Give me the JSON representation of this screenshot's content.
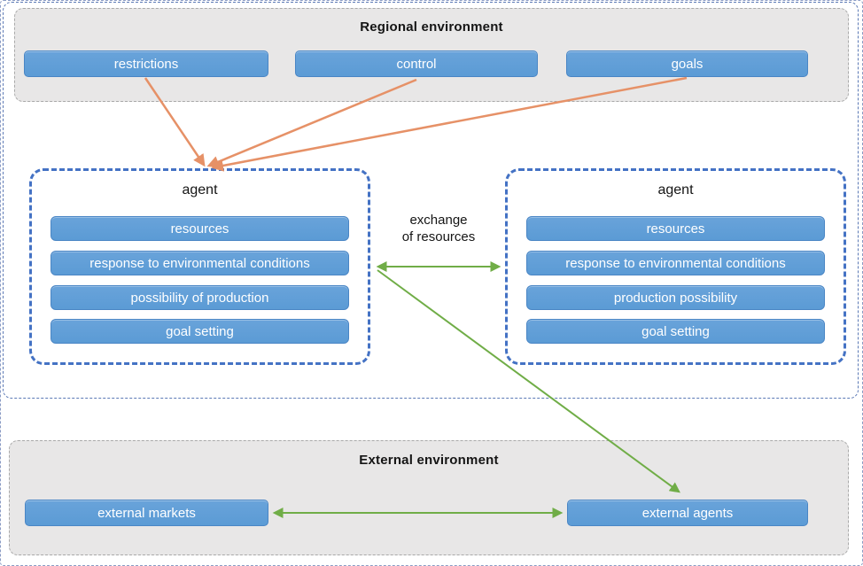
{
  "colors": {
    "node_fill": "#5b9bd5",
    "node_border": "#4a86c5",
    "node_text": "#ffffff",
    "agent_dashed_border": "#4472c4",
    "env_fill": "#e8e7e7",
    "env_dashed_border": "#a9a9a9",
    "outer_dashed_border": "#5b79b5",
    "orange_arrow": "#e69167",
    "green_arrow": "#70ad47",
    "title_text": "#151515"
  },
  "regional_environment": {
    "title": "Regional environment",
    "nodes": [
      {
        "label": "restrictions"
      },
      {
        "label": "control"
      },
      {
        "label": "goals"
      }
    ]
  },
  "agents": [
    {
      "title": "agent",
      "bars": [
        "resources",
        "response to environmental conditions",
        "possibility of production",
        "goal setting"
      ]
    },
    {
      "title": "agent",
      "bars": [
        "resources",
        "response to environmental conditions",
        "production possibility",
        "goal setting"
      ]
    }
  ],
  "exchange_label": {
    "line1": "exchange",
    "line2": "of resources"
  },
  "external_environment": {
    "title": "External environment",
    "nodes": [
      {
        "label": "external markets"
      },
      {
        "label": "external agents"
      }
    ]
  },
  "arrows": [
    {
      "from": "restrictions",
      "to": "agent-left",
      "color": "orange",
      "heads": "end"
    },
    {
      "from": "control",
      "to": "agent-left",
      "color": "orange",
      "heads": "end"
    },
    {
      "from": "goals",
      "to": "agent-left",
      "color": "orange",
      "heads": "end"
    },
    {
      "from": "agent-left",
      "to": "agent-right",
      "color": "green",
      "heads": "both",
      "label": "exchange of resources"
    },
    {
      "from": "agent-left",
      "to": "external agents",
      "color": "green",
      "heads": "end"
    },
    {
      "from": "external markets",
      "to": "external agents",
      "color": "green",
      "heads": "both"
    }
  ]
}
